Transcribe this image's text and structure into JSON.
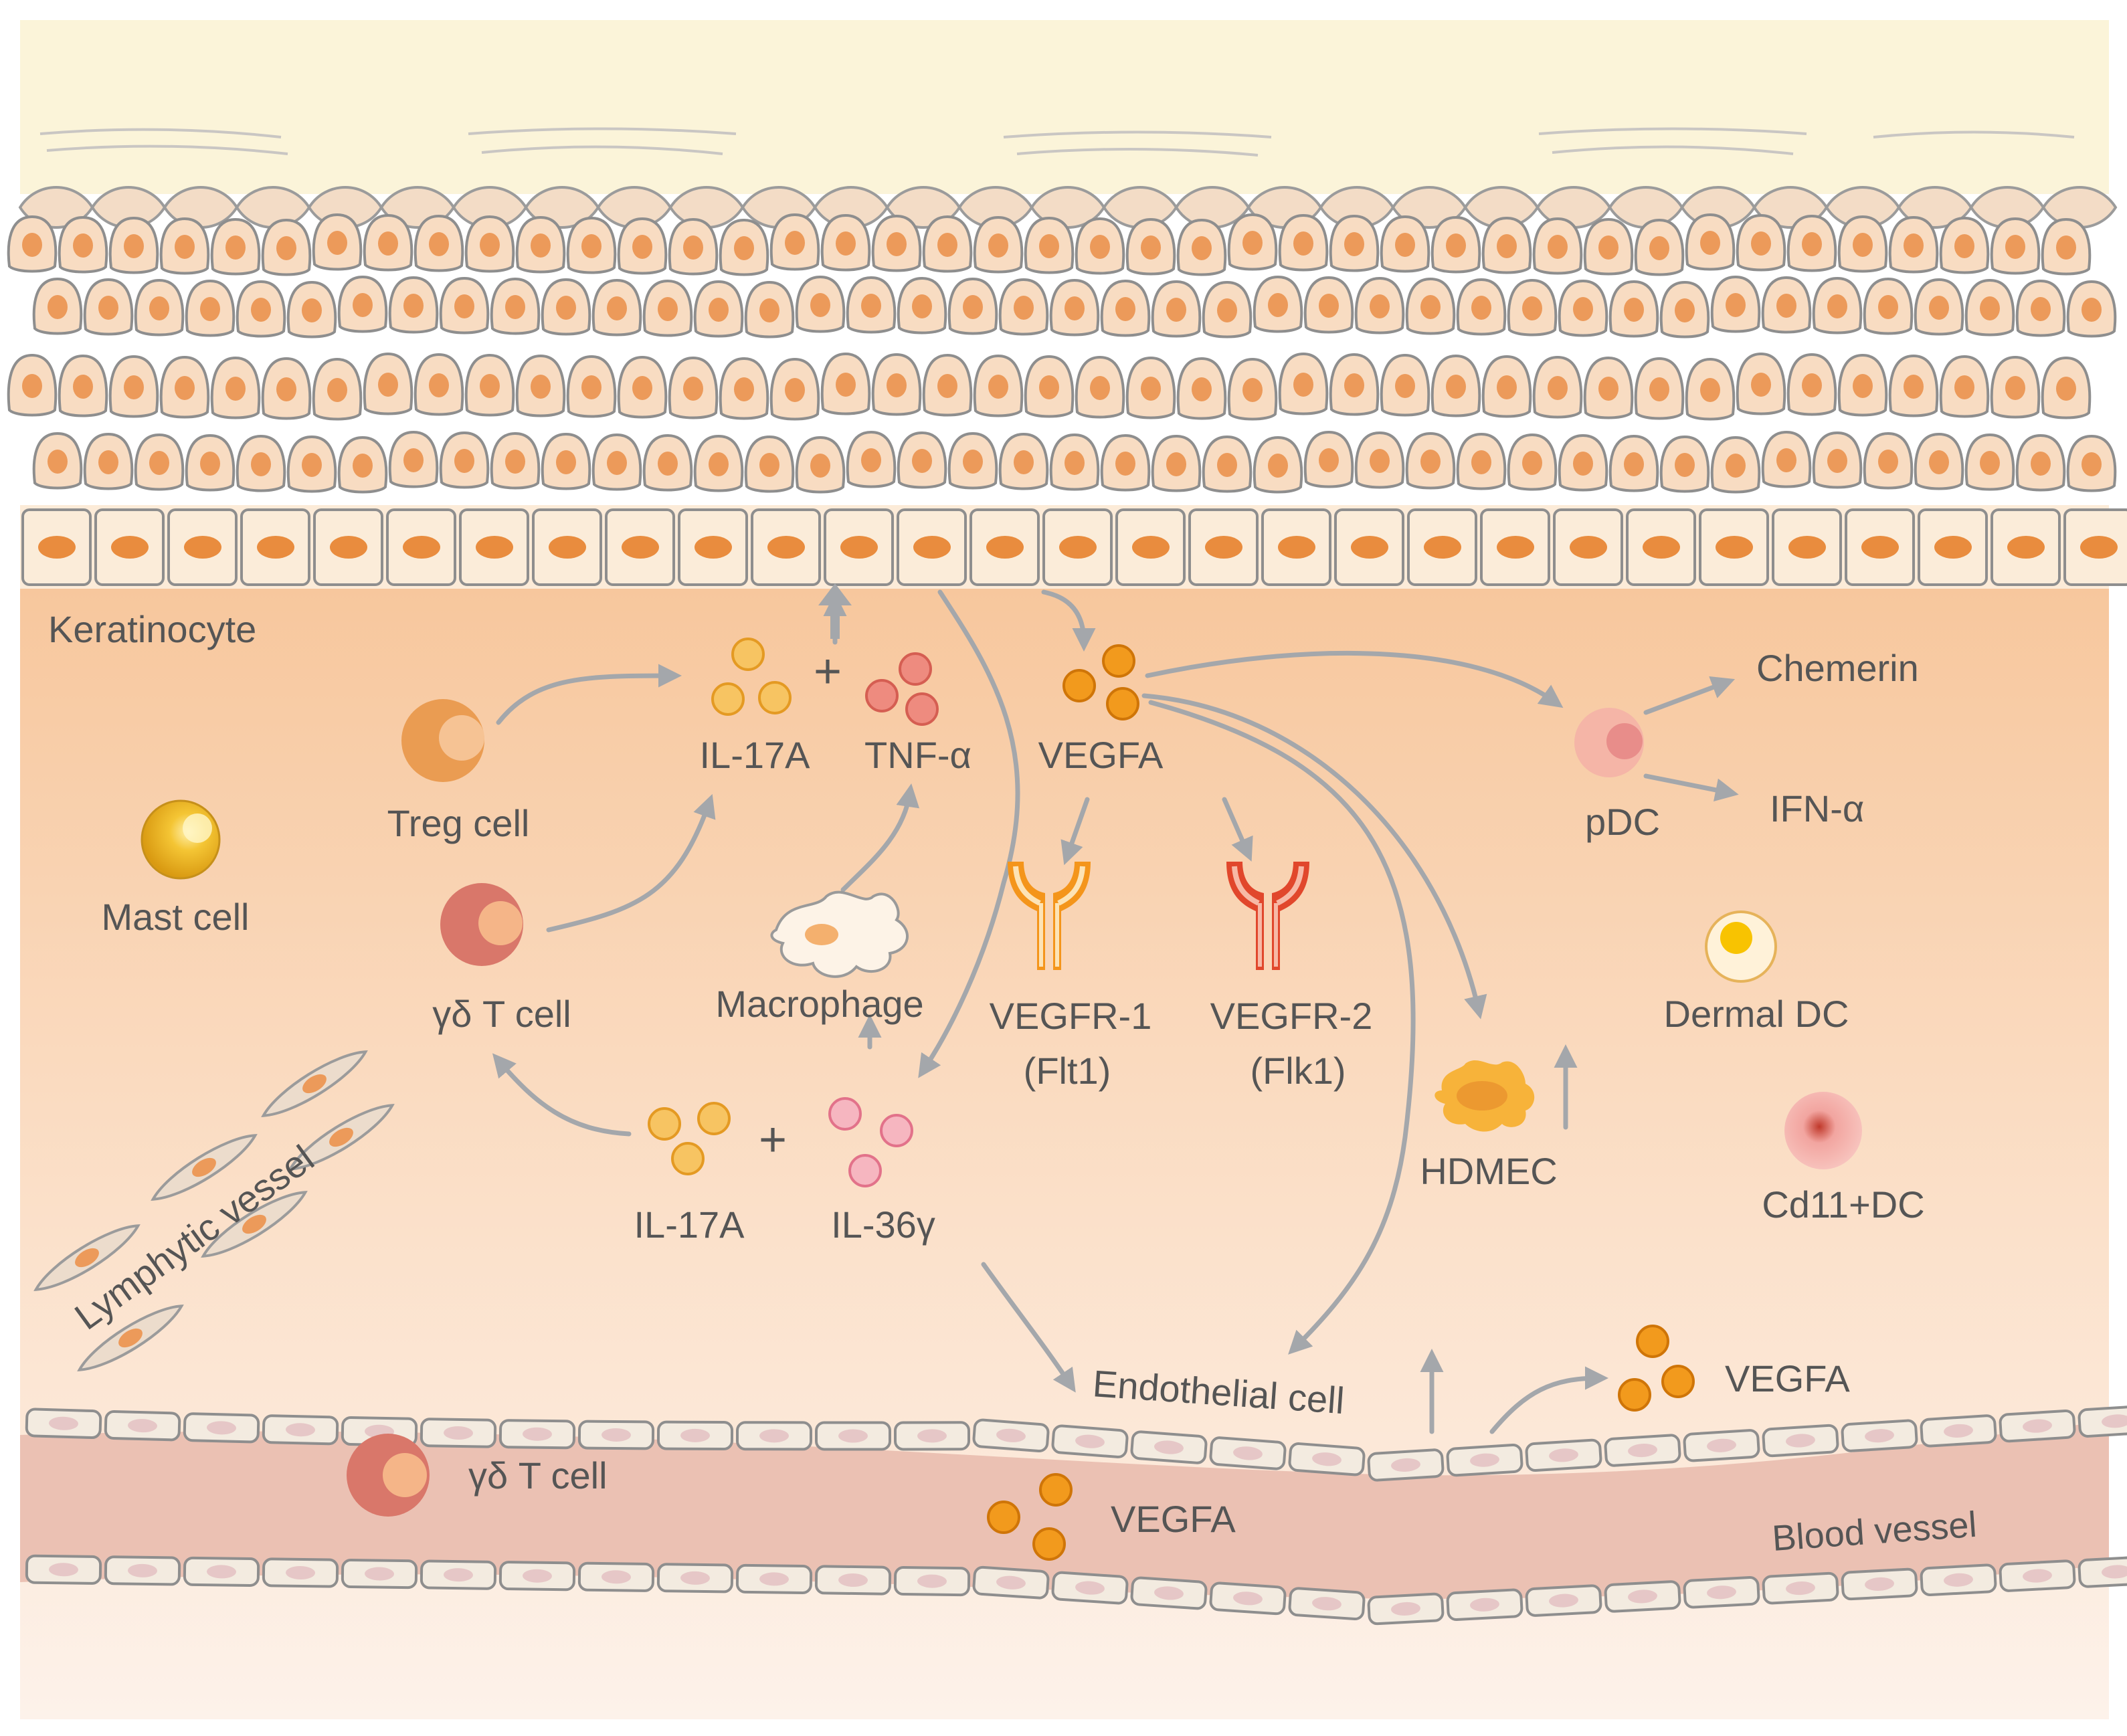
{
  "labels": {
    "keratinocyte": "Keratinocyte",
    "treg": "Treg cell",
    "mast": "Mast cell",
    "gd_t": "γδ T cell",
    "macrophage": "Macrophage",
    "il17a_top": "IL-17A",
    "tnf": "TNF-α",
    "plus_top": "+",
    "vegfa_top": "VEGFA",
    "vegfr1": "VEGFR-1",
    "flt1": "(Flt1)",
    "vegfr2": "VEGFR-2",
    "flk1": "(Flk1)",
    "pdc": "pDC",
    "chemerin": "Chemerin",
    "ifn": "IFN-α",
    "dermal_dc": "Dermal DC",
    "hdmec": "HDMEC",
    "cd11": "Cd11+DC",
    "il17a_bottom": "IL-17A",
    "plus_bottom": "+",
    "il36": "IL-36γ",
    "lymphatic": "Lymphytic vessel",
    "endothelial": "Endothelial cell",
    "vegfa_right": "VEGFA",
    "gd_t_vessel": "γδ T cell",
    "vegfa_vessel": "VEGFA",
    "blood_vessel": "Blood vessel"
  },
  "colors": {
    "stratum_corneum": "#fbf4d9",
    "dermis_top": "#f7c79d",
    "dermis_bottom": "#fdf2ea",
    "vessel_lumen": "#ebc1b3",
    "keratinocyte_nucleus": "#ec9a5a",
    "basal_nucleus": "#e98c3e",
    "vegfa": "#ef8c0b",
    "il17a": "#f2b648",
    "tnf": "#e5766a",
    "il36": "#f3a7b3",
    "vegfr1": "#f4951b",
    "vegfr2": "#e1472c",
    "arrow": "#a4a7ab"
  }
}
